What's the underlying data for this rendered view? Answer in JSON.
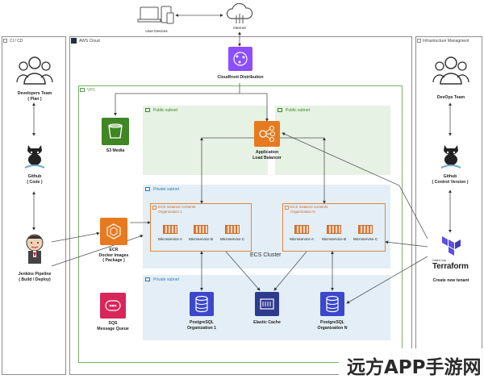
{
  "top": {
    "user_devices": "User Devices",
    "internet": "Internet"
  },
  "cicd": {
    "title": "CI / CD",
    "developers": "Developers Team",
    "developers_sub": "( Plan )",
    "github": "Github",
    "github_sub": "( Code )",
    "jenkins": "Jenkins Pipeline",
    "jenkins_sub": "( Build / Deploy)"
  },
  "aws": {
    "title": "AWS Cloud",
    "cloudfront": "Cloudfront Distribution",
    "vpc": "VPC",
    "public_subnet": "Public subnet",
    "private_subnet": "Private subnet",
    "s3": "S3 Media",
    "alb": "Application",
    "alb_sub": "Load Balancer",
    "ecr": "ECR",
    "ecr_sub1": "Docker Images",
    "ecr_sub2": "( Package )",
    "sqs": "SQS",
    "sqs_sub": "Message Queue",
    "ecs_cluster": "ECS Cluster",
    "ecs_org1_line1": "ECS instance contents",
    "ecs_org1_line2": "Organization 1",
    "ecs_orgN_line1": "ECS instance contents",
    "ecs_orgN_line2": "Organization N",
    "ms_a": "Microservice A",
    "ms_b": "Microservice B",
    "ms_c": "Microservice C",
    "pg1": "PostgreSQL",
    "pg1_sub": "Organization 1",
    "cache": "Elastic Cache",
    "pgN": "PostgreSQL",
    "pgN_sub": "Organization N"
  },
  "infra": {
    "title": "Infrastructure Managment",
    "devops": "DevOps Team",
    "github": "Github",
    "github_sub": "( Control Version )",
    "terraform": "Terraform",
    "terraform_prefix": "HashiCorp",
    "new_tenant": "Create new tenant"
  },
  "watermark": "远方APP手游网",
  "colors": {
    "public_subnet": "#e6f2e4",
    "private_subnet": "#e3eef6",
    "ecs_border": "#e0873f",
    "terraform": "#5c4ee5"
  }
}
